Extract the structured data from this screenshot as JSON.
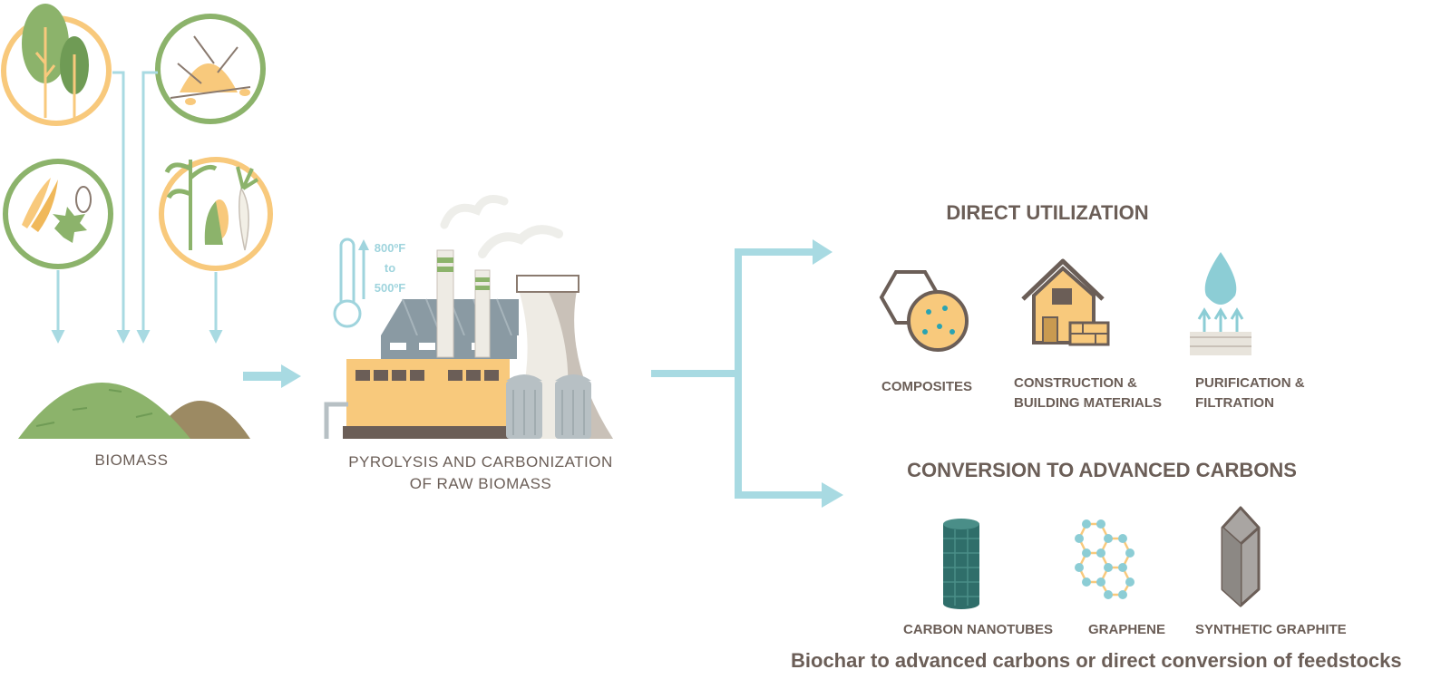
{
  "biomass": {
    "label": "BIOMASS",
    "icons": [
      "trees-icon",
      "wood-pile-icon",
      "fruit-waste-icon",
      "crops-icon",
      "biomass-mound-icon"
    ]
  },
  "process": {
    "label_line1": "PYROLYSIS AND CARBONIZATION",
    "label_line2": "OF RAW BIOMASS",
    "temp_high": "800ºF",
    "temp_to": "to",
    "temp_low": "500ºF",
    "icons": [
      "thermometer-icon",
      "factory-icon"
    ]
  },
  "direct_utilization": {
    "heading": "DIRECT UTILIZATION",
    "items": [
      {
        "line1": "COMPOSITES",
        "line2": "",
        "icon": "composites-icon"
      },
      {
        "line1": "CONSTRUCTION &",
        "line2": "BUILDING MATERIALS",
        "icon": "house-icon"
      },
      {
        "line1": "PURIFICATION &",
        "line2": "FILTRATION",
        "icon": "water-drop-icon"
      }
    ]
  },
  "advanced_carbons": {
    "heading": "CONVERSION TO ADVANCED CARBONS",
    "items": [
      {
        "label": "CARBON NANOTUBES",
        "icon": "nanotube-icon"
      },
      {
        "label": "GRAPHENE",
        "icon": "graphene-icon"
      },
      {
        "label": "SYNTHETIC GRAPHITE",
        "icon": "graphite-crystal-icon"
      }
    ]
  },
  "caption": "Biochar to advanced carbons or direct conversion of feedstocks",
  "colors": {
    "arrow": "#a8dae2",
    "green": "#8cb36b",
    "orange": "#f8c97c",
    "text": "#6b5e57",
    "teal": "#2f6e6a"
  }
}
